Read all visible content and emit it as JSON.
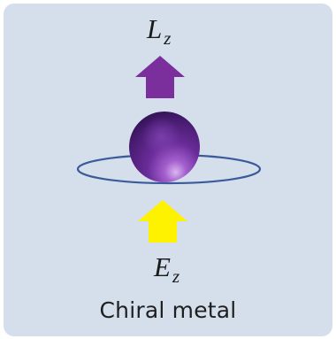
{
  "labels": {
    "top": {
      "main": "L",
      "sub": "z"
    },
    "bottom": {
      "main": "E",
      "sub": "z"
    },
    "caption": "Chiral metal"
  },
  "colors": {
    "background": "#d5dfec",
    "top_arrow": "#7b2f9c",
    "bottom_arrow": "#fff200",
    "orbit": "#3a5a9a",
    "sphere": "#5a2685"
  },
  "icons": {
    "top_arrow": "arrow-up-icon",
    "bottom_arrow": "arrow-up-icon",
    "sphere": "sphere-icon",
    "orbit": "ellipse-orbit-icon"
  }
}
